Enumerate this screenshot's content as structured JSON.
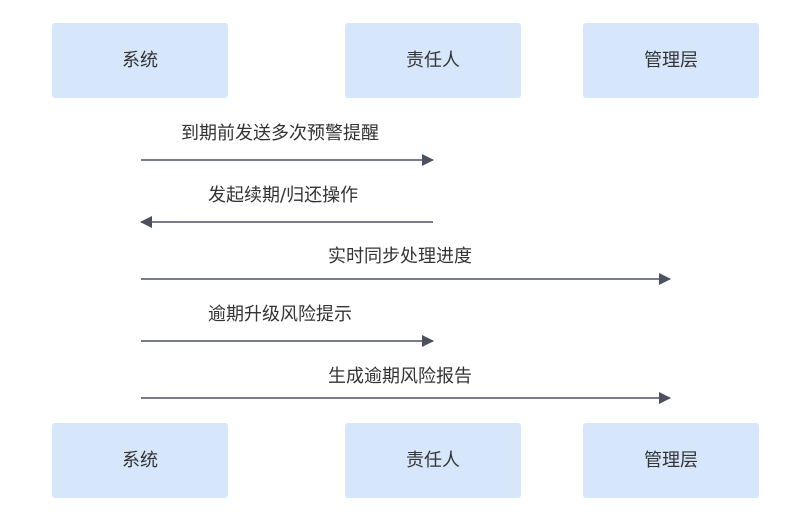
{
  "actors": {
    "system": "系统",
    "owner": "责任人",
    "management": "管理层"
  },
  "messages": [
    {
      "from": "system",
      "to": "owner",
      "label": "到期前发送多次预警提醒"
    },
    {
      "from": "owner",
      "to": "system",
      "label": "发起续期/归还操作"
    },
    {
      "from": "system",
      "to": "management",
      "label": "实时同步处理进度"
    },
    {
      "from": "system",
      "to": "owner",
      "label": "逾期升级风险提示"
    },
    {
      "from": "system",
      "to": "management",
      "label": "生成逾期风险报告"
    }
  ],
  "colors": {
    "actor_fill": "#d6e6fb",
    "arrow": "#4a5260",
    "text": "#333333"
  }
}
